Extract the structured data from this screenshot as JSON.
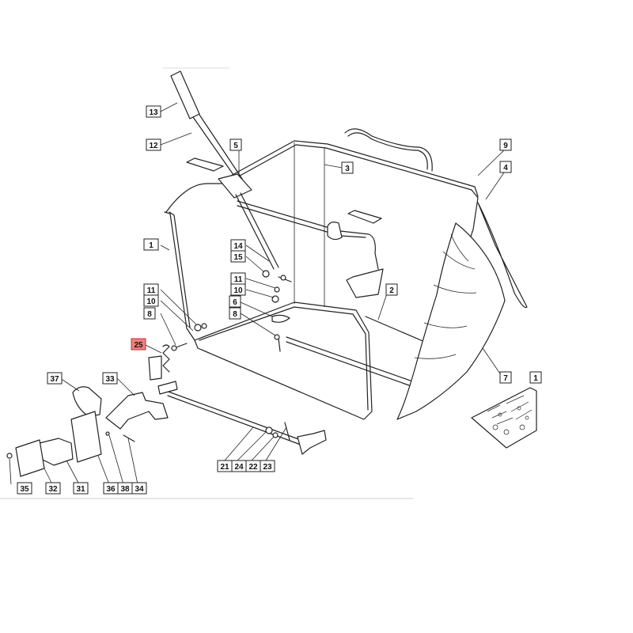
{
  "diagram": {
    "highlight_color": "#f08080",
    "callouts": [
      {
        "id": "13",
        "label": "13"
      },
      {
        "id": "12",
        "label": "12"
      },
      {
        "id": "5",
        "label": "5"
      },
      {
        "id": "3",
        "label": "3"
      },
      {
        "id": "9",
        "label": "9"
      },
      {
        "id": "4",
        "label": "4"
      },
      {
        "id": "1",
        "label": "1"
      },
      {
        "id": "14",
        "label": "14"
      },
      {
        "id": "15",
        "label": "15"
      },
      {
        "id": "11a",
        "label": "11"
      },
      {
        "id": "10a",
        "label": "10"
      },
      {
        "id": "11b",
        "label": "11"
      },
      {
        "id": "10b",
        "label": "10"
      },
      {
        "id": "6",
        "label": "6"
      },
      {
        "id": "8a",
        "label": "8"
      },
      {
        "id": "8b",
        "label": "8"
      },
      {
        "id": "2",
        "label": "2"
      },
      {
        "id": "25",
        "label": "25",
        "highlight": true
      },
      {
        "id": "37",
        "label": "37"
      },
      {
        "id": "33",
        "label": "33"
      },
      {
        "id": "7",
        "label": "7"
      },
      {
        "id": "1r",
        "label": "1"
      },
      {
        "id": "35",
        "label": "35"
      },
      {
        "id": "32",
        "label": "32"
      },
      {
        "id": "31",
        "label": "31"
      },
      {
        "id": "36",
        "label": "36"
      },
      {
        "id": "38",
        "label": "38"
      },
      {
        "id": "34",
        "label": "34"
      },
      {
        "id": "21",
        "label": "21"
      },
      {
        "id": "24",
        "label": "24"
      },
      {
        "id": "22",
        "label": "22"
      },
      {
        "id": "23",
        "label": "23"
      }
    ]
  }
}
